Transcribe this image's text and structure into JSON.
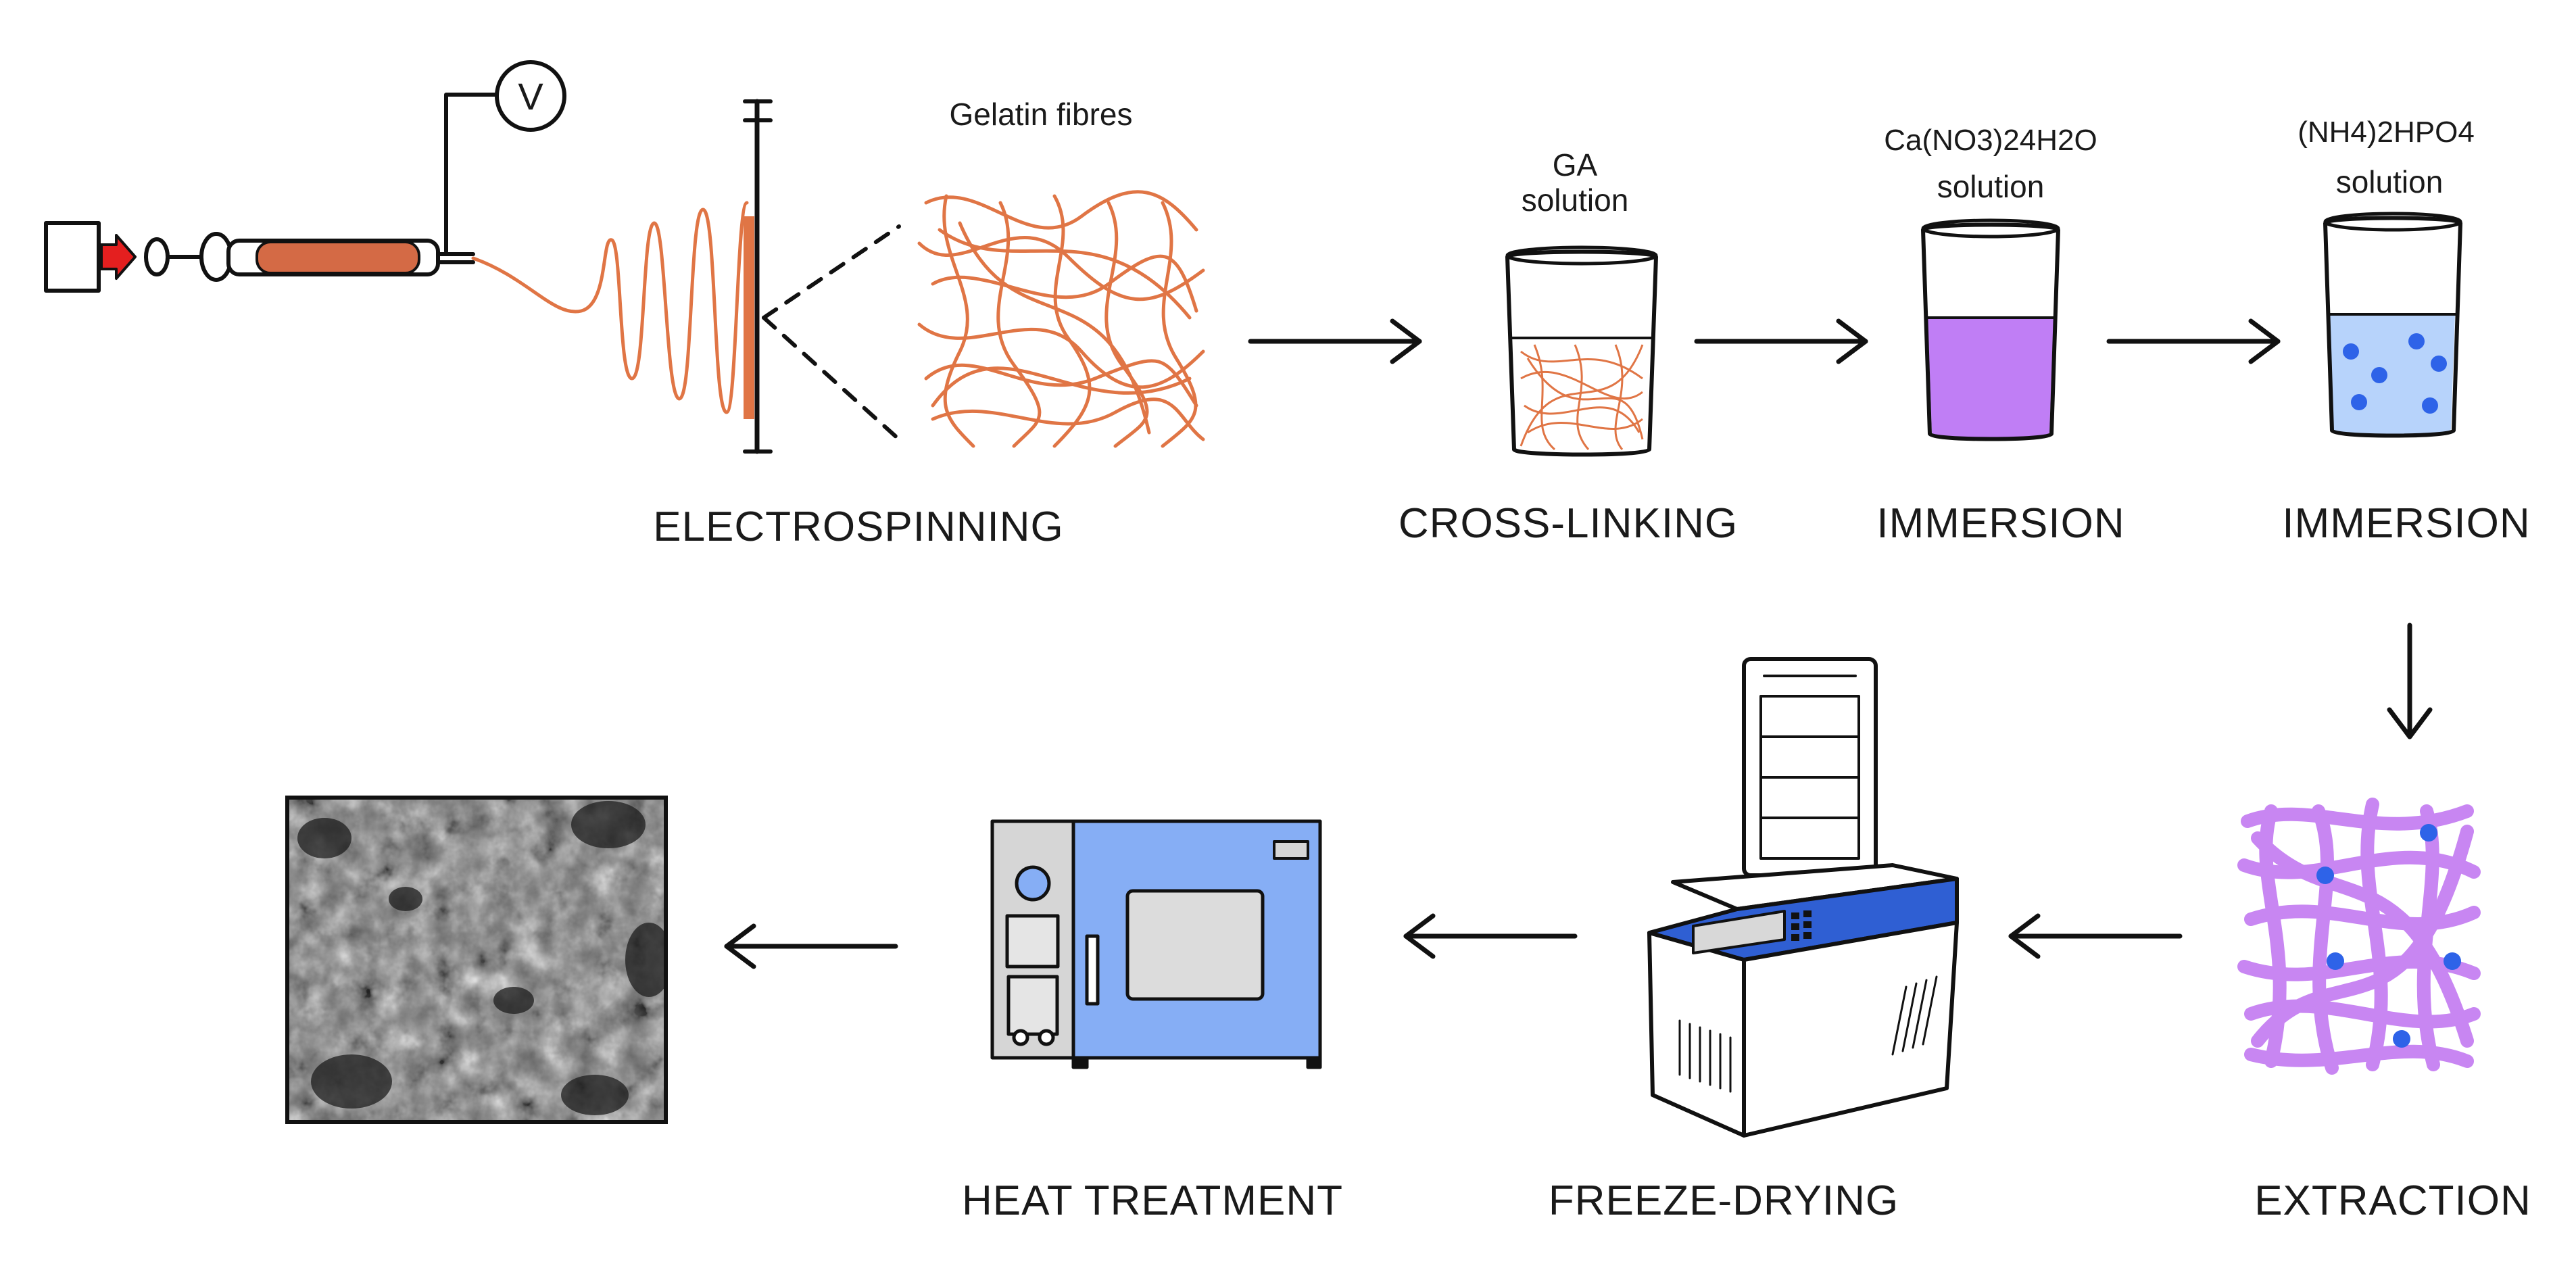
{
  "labels": {
    "gelatin_fibres": "Gelatin fibres",
    "voltmeter": "V",
    "ga_line1": "GA",
    "ga_line2": "solution",
    "ca_formula": "Ca(NO3)24H2O",
    "ca_solution": "solution",
    "nh4_formula": "(NH4)2HPO4",
    "nh4_solution": "solution"
  },
  "steps": {
    "electrospinning": "ELECTROSPINNING",
    "crosslinking": "CROSS-LINKING",
    "immersion1": "IMMERSION",
    "immersion2": "IMMERSION",
    "extraction": "EXTRACTION",
    "freeze_drying": "FREEZE-DRYING",
    "heat_treatment": "HEAT TREATMENT"
  },
  "colors": {
    "fibre": "#e07545",
    "syringe": "#d46a45",
    "calcium_solution": "#c07ef5",
    "phosphate_solution": "#b7d3fb",
    "dots": "#2e63e8",
    "extraction_fibres": "#c886f2",
    "freezedryer_band": "#2f5fd3",
    "oven_door": "#86aef5",
    "arrow_red": "#e41f1f"
  }
}
